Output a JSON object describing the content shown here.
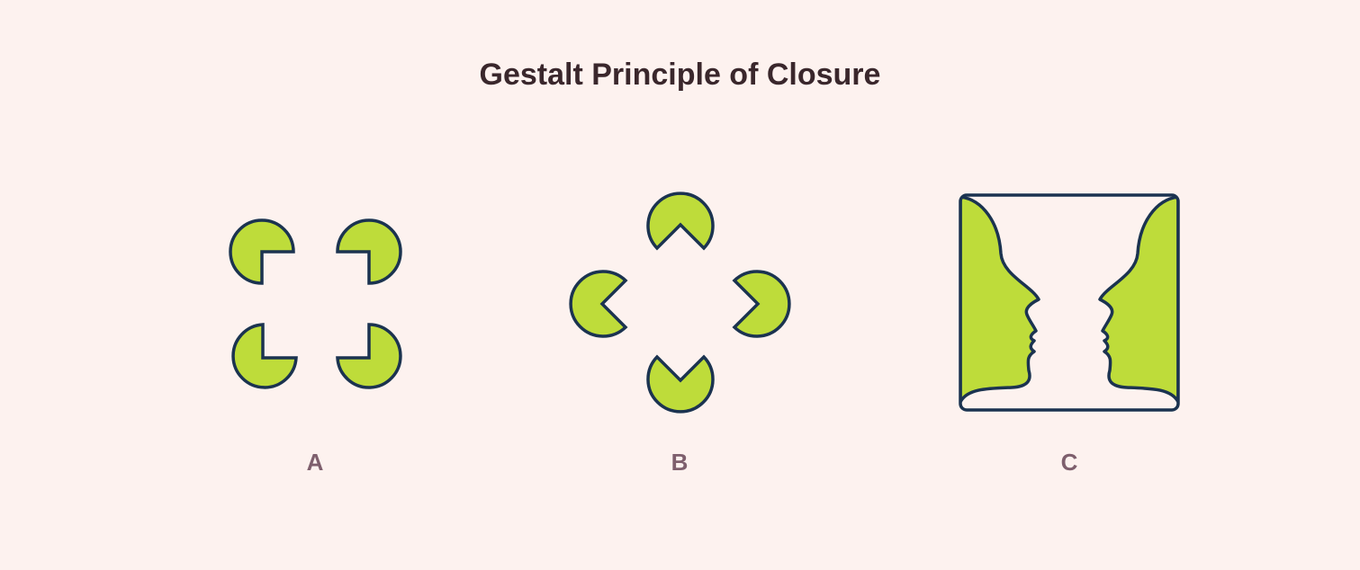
{
  "title": "Gestalt Principle of Closure",
  "figures": [
    {
      "label": "A",
      "shape": "pac-man squares (illusory square)"
    },
    {
      "label": "B",
      "shape": "pac-man circles (illusory diamond)"
    },
    {
      "label": "C",
      "shape": "Rubin vase (faces / vase)"
    }
  ],
  "colors": {
    "background": "#fdf2ef",
    "fill": "#bedc3a",
    "stroke": "#1b3350",
    "title": "#3a272c",
    "label": "#7e5f6d"
  }
}
